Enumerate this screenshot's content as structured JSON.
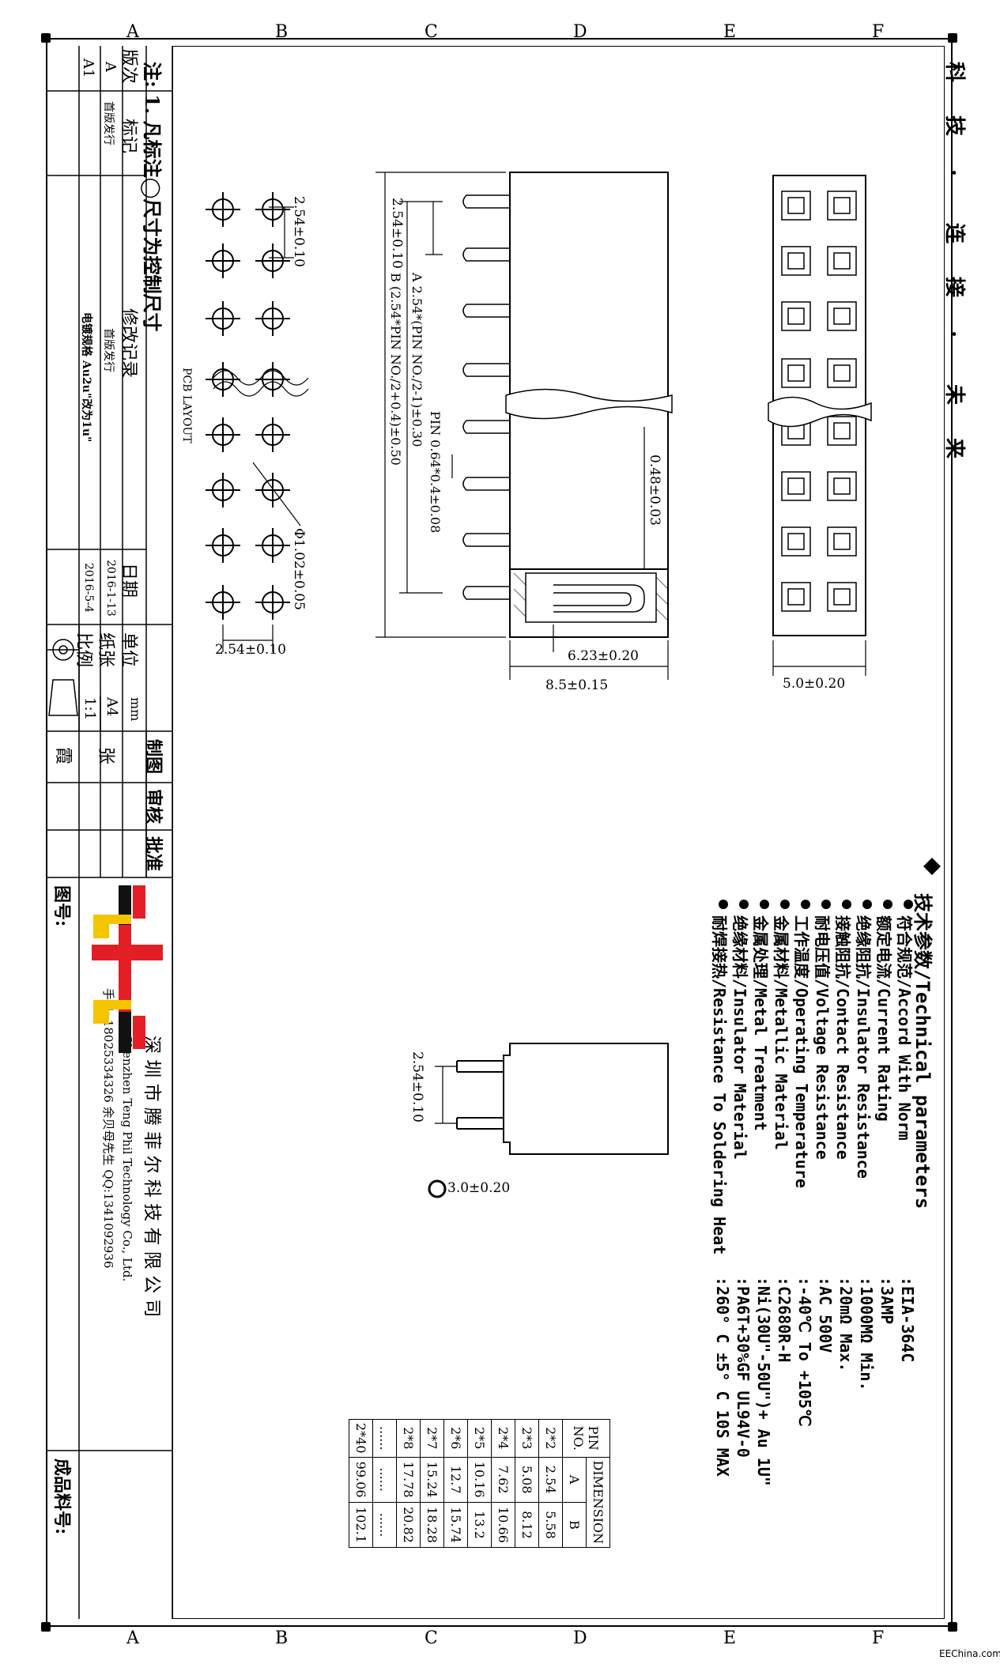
{
  "grid": {
    "columns": [
      "A",
      "B",
      "C",
      "D",
      "E",
      "F"
    ]
  },
  "header": {
    "slogan": [
      "科",
      "技",
      ".",
      "连",
      "接",
      ".",
      "未",
      "来"
    ]
  },
  "notes": {
    "note_text": "注: 1. 凡标注◯尺寸为控制尺寸"
  },
  "revision_table": {
    "headers": {
      "version": "版次",
      "mark": "标记",
      "record": "修改记录",
      "date": "日期"
    },
    "rows": [
      {
        "version": "A",
        "mark": "首版发行",
        "record": "首版发行",
        "date": "2016-1-13"
      },
      {
        "version": "A1",
        "mark": "",
        "record": "电镀规格 Au2u\"改为1u\"",
        "date": "2016-5-4"
      }
    ]
  },
  "title_block": {
    "unit_label": "单位",
    "unit_value": "mm",
    "paper_label": "纸张",
    "paper_value": "A4",
    "scale_label": "比例",
    "scale_value": "1:1",
    "sheet_label": "张",
    "drawer_label": "制图",
    "drawer_value": "霞",
    "reviewer_label": "审核",
    "approver_label": "批准",
    "drawing_no_label": "图号:",
    "part_no_label": "成品料号:",
    "company_cn": "深 圳 市 腾 菲 尔 科 技 有 限 公 司",
    "company_en": "Shenzhen Teng Phil Technology Co., Ltd.",
    "contact": "手机: 18025334326 余贝母先生   QQ:1341092936"
  },
  "pcb_layout": {
    "label": "PCB LAYOUT",
    "pitch_v": "2.54±0.10",
    "pitch_h": "2.54±0.10",
    "hole": "Φ1.02±0.05"
  },
  "side_view": {
    "pitch": "2.54±0.10",
    "dim_a": "A  2.54*(PIN NO./2-1)±0.30",
    "dim_b": "B  (2.54*PIN NO./2+0.4)±0.50",
    "pin_size": "PIN 0.64*0.4±0.08",
    "contact_thk": "0.48±0.03",
    "depth": "6.23±0.20",
    "height": "8.5±0.15"
  },
  "top_view": {
    "width": "5.0±0.20"
  },
  "end_view": {
    "pitch": "2.54±0.10",
    "row": "3.0±0.20"
  },
  "tech_params": {
    "title": "技术参数/Technical parameters",
    "items": [
      {
        "label": "符合规范/Accord With Norm",
        "value": ":EIA-364C"
      },
      {
        "label": "额定电流/Current Rating",
        "value": ":3AMP"
      },
      {
        "label": "绝缘阻抗/Insulator Resistance",
        "value": ":1000MΩ Min."
      },
      {
        "label": "接触阻抗/Contact Resistance",
        "value": ":20mΩ Max."
      },
      {
        "label": "耐电压值/Voltage Resistance",
        "value": ":AC 500V"
      },
      {
        "label": "工作温度/Operating Temperature",
        "value": ":-40℃ To +105℃"
      },
      {
        "label": "金属材料/Metallic Material",
        "value": ":C2680R-H"
      },
      {
        "label": "金属处理/Metal Treatment",
        "value": ":Ni(30U\"-50U\")+ Au 1U\""
      },
      {
        "label": "绝缘材料/Insulator Material",
        "value": ":PA6T+30%GF UL94V-0"
      },
      {
        "label": "耐焊接热/Resistance To Soldering Heat",
        "value": ":260° C ±5° C  10S MAX"
      }
    ]
  },
  "pin_table": {
    "header_pin": "PIN",
    "header_no": "NO.",
    "header_dim": "DIMENSION",
    "header_a": "A",
    "header_b": "B",
    "rows": [
      {
        "pin": "2*2",
        "a": "2.54",
        "b": "5.58"
      },
      {
        "pin": "2*3",
        "a": "5.08",
        "b": "8.12"
      },
      {
        "pin": "2*4",
        "a": "7.62",
        "b": "10.66"
      },
      {
        "pin": "2*5",
        "a": "10.16",
        "b": "13.2"
      },
      {
        "pin": "2*6",
        "a": "12.7",
        "b": "15.74"
      },
      {
        "pin": "2*7",
        "a": "15.24",
        "b": "18.28"
      },
      {
        "pin": "2*8",
        "a": "17.78",
        "b": "20.82"
      },
      {
        "pin": "......",
        "a": "......",
        "b": "......"
      },
      {
        "pin": "2*40",
        "a": "99.06",
        "b": "102.1"
      }
    ]
  },
  "watermark": "EEChina.com",
  "colors": {
    "logo_red": "#e31e24",
    "logo_yellow": "#f5c400",
    "logo_black": "#111111"
  }
}
